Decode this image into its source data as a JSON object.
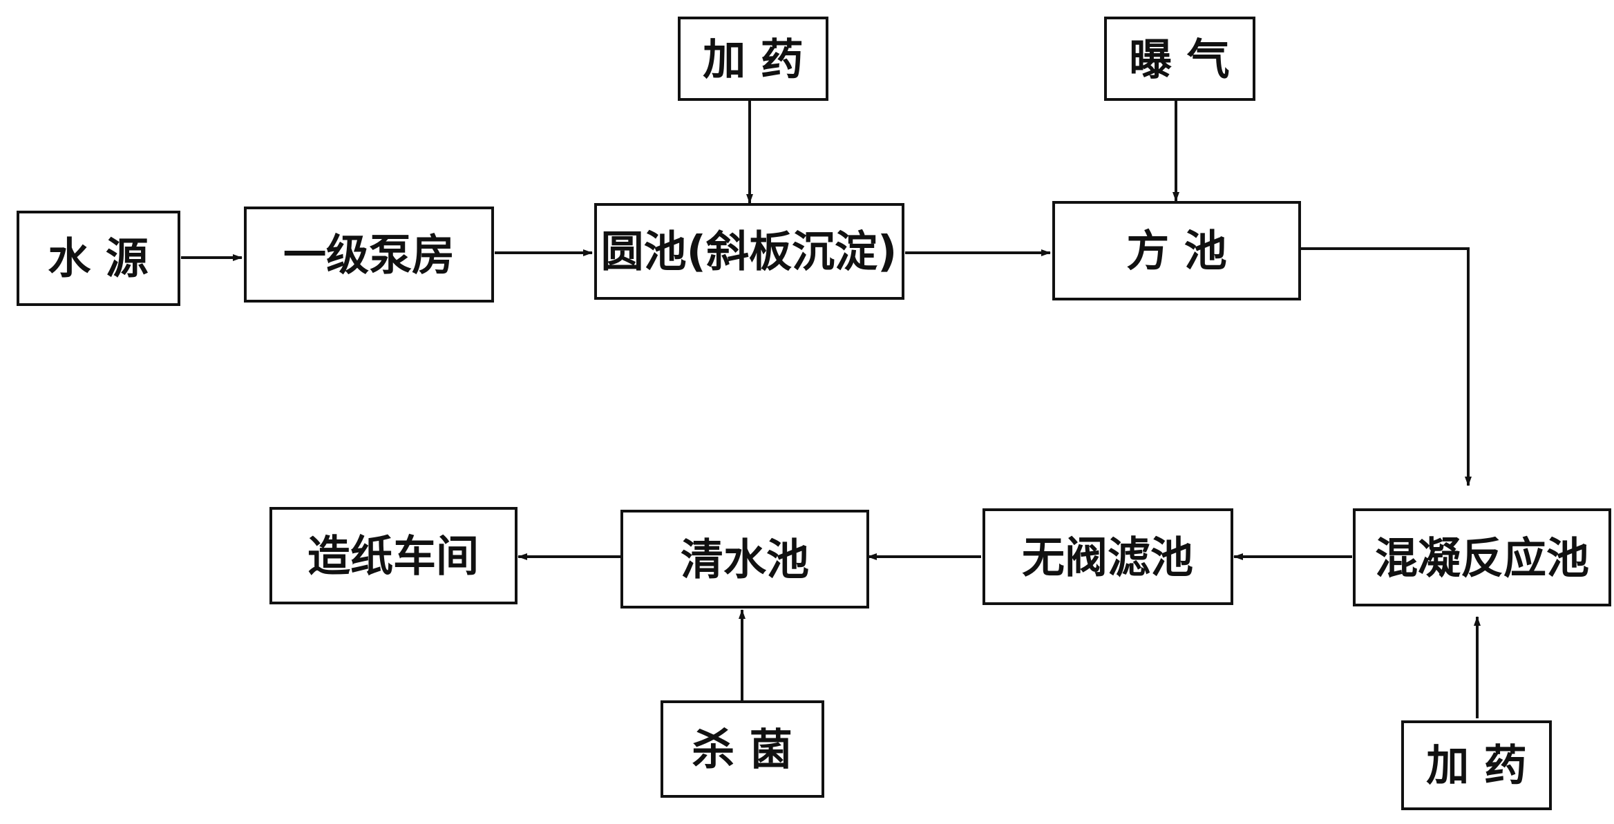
{
  "nodes": {
    "water_source": "水 源",
    "pump_house": "一级泵房",
    "round_pool": "圆池(斜板沉淀)",
    "square_pool": "方 池",
    "coagulation_pool": "混凝反应池",
    "valveless_filter": "无阀滤池",
    "clear_water_pool": "清水池",
    "paper_workshop": "造纸车间",
    "dosing_top": "加 药",
    "aeration": "曝 气",
    "disinfection": "杀 菌",
    "dosing_bottom": "加 药"
  },
  "colors": {
    "line": "#111111",
    "background": "#ffffff"
  }
}
